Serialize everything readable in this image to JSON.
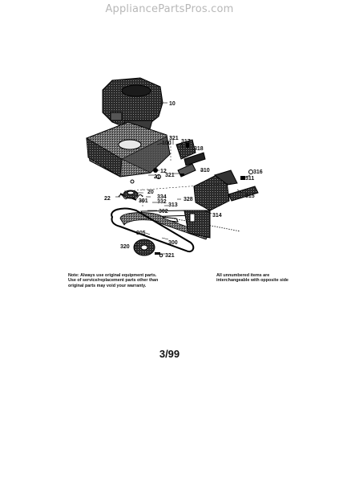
{
  "watermark": "AppliancePartsPros.com",
  "callouts": [
    "10",
    "100",
    "321",
    "317",
    "318",
    "12",
    "21",
    "321",
    "310",
    "316",
    "311",
    "315",
    "20",
    "22",
    "334",
    "301",
    "332",
    "313",
    "328",
    "302",
    "314",
    "305",
    "300",
    "320",
    "321"
  ],
  "notes": {
    "left": "Note: Always use original equipment parts. Use of service/replacement parts other than original parts may void your warranty.",
    "right": "All unnumbered items are interchangeable with opposite side"
  },
  "page_number": "3/99"
}
